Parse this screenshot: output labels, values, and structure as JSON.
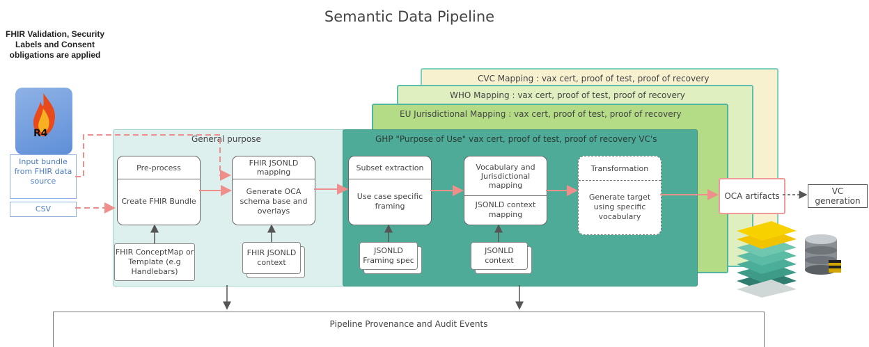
{
  "title": "Semantic Data Pipeline",
  "fhir_note": "FHIR Validation, Security Labels and Consent obligations are applied",
  "fhir_logo": {
    "icon": "fhir-flame-icon",
    "text": "R4"
  },
  "inputs": {
    "bundle": "Input bundle from FHIR data source",
    "csv": "CSV"
  },
  "panels": {
    "cvc": "CVC Mapping : vax cert, proof of test, proof of recovery",
    "who": "WHO Mapping : vax cert, proof of test, proof of recovery",
    "eu": "EU Jurisdictional Mapping : vax cert, proof of test, proof of recovery",
    "ghp": "GHP  \"Purpose of Use\"  vax cert, proof of test, proof of recovery VC's",
    "general": "General purpose"
  },
  "steps": [
    {
      "head": "Pre-process",
      "body": "Create FHIR Bundle"
    },
    {
      "head": "FHIR JSONLD mapping",
      "body": "Generate OCA schema base and overlays"
    },
    {
      "head": "Subset extraction",
      "body": "Use case specific framing"
    },
    {
      "head": "Vocabulary and Jurisdictional mapping",
      "body": "JSONLD context mapping"
    },
    {
      "head": "Transformation",
      "body": "Generate target using specific vocabulary"
    }
  ],
  "step_inputs": [
    "FHIR ConceptMap or Template (e.g Handlebars)",
    "FHIR JSONLD context",
    "JSONLD Framing spec",
    "JSONLD context"
  ],
  "oca": "OCA artifacts",
  "vc": "VC generation",
  "provenance": "Pipeline Provenance and Audit Events",
  "colors": {
    "cvc": "#f8f1cf",
    "who": "#e0efc0",
    "eu": "#b4db86",
    "ghp": "#4dab97",
    "general": "#ddf0ee",
    "arrow": "#ef8f8c"
  }
}
